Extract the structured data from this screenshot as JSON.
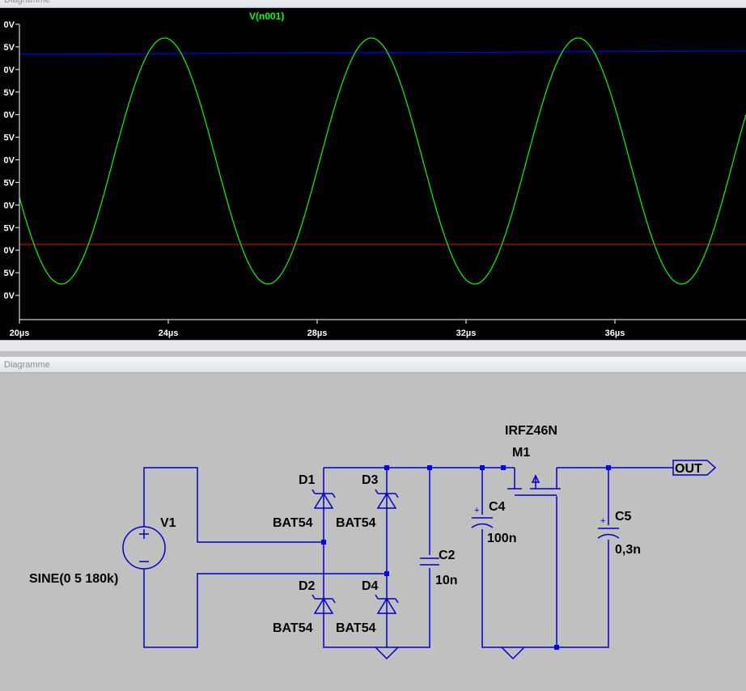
{
  "plot_window": {
    "title": "Diagramme",
    "trace_label": "V(n001)",
    "y_tick_labels": [
      "0V",
      "5V",
      "0V",
      "5V",
      "0V",
      "5V",
      "0V",
      "5V",
      "0V",
      "5V",
      "0V",
      "5V",
      "0V"
    ],
    "x_tick_labels": [
      "20µs",
      "24µs",
      "28µs",
      "32µs",
      "36µs"
    ],
    "colors": {
      "background": "#000000",
      "trace": "#00ff00",
      "blue_line": "#0000ff",
      "red_line": "#ff0000",
      "axis": "#ffffff"
    }
  },
  "chart_data": {
    "type": "line",
    "title": "",
    "xlabel": "",
    "ylabel": "",
    "x_unit": "µs",
    "xlim": [
      20,
      40
    ],
    "x_ticks": [
      20,
      24,
      28,
      32,
      36
    ],
    "series": [
      {
        "name": "V(n001)",
        "kind": "sine",
        "frequency_khz": 180,
        "peak_times_us": [
          23.9,
          29.5,
          35.0
        ],
        "trough_times_us": [
          21.2,
          26.7,
          32.2,
          37.8
        ]
      }
    ]
  },
  "schematic_window": {
    "title": "Diagramme",
    "source": {
      "name": "V1",
      "value": "SINE(0 5 180k)"
    },
    "diodes": [
      {
        "name": "D1",
        "model": "BAT54"
      },
      {
        "name": "D2",
        "model": "BAT54"
      },
      {
        "name": "D3",
        "model": "BAT54"
      },
      {
        "name": "D4",
        "model": "BAT54"
      }
    ],
    "capacitors": [
      {
        "name": "C2",
        "value": "10n"
      },
      {
        "name": "C4",
        "value": "100n"
      },
      {
        "name": "C5",
        "value": "0,3n"
      }
    ],
    "mosfet": {
      "name": "M1",
      "model": "IRFZ46N"
    },
    "output_label": "OUT",
    "wire_color": "#0000cc"
  }
}
